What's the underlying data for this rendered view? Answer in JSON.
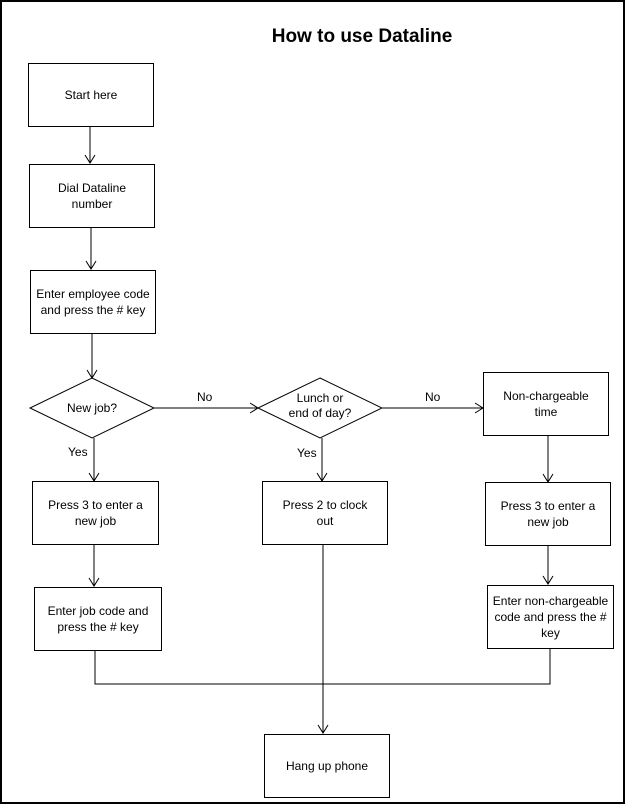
{
  "title": "How to use Dataline",
  "nodes": {
    "start": "Start here",
    "dial": "Dial Dataline number",
    "enter_code": "Enter employee code and press the # key",
    "new_job_q": "New job?",
    "lunch_q": "Lunch or end of day?",
    "non_chargeable": "Non-chargeable time",
    "press3_left": "Press 3 to enter a new job",
    "press2": "Press 2 to clock out",
    "press3_right": "Press 3 to enter a new job",
    "enter_job_code": "Enter job code and press the # key",
    "enter_nc_code": "Enter non-chargeable code and press the # key",
    "hang_up": "Hang up phone"
  },
  "edge_labels": {
    "no_1": "No",
    "no_2": "No",
    "yes_1": "Yes",
    "yes_2": "Yes"
  }
}
